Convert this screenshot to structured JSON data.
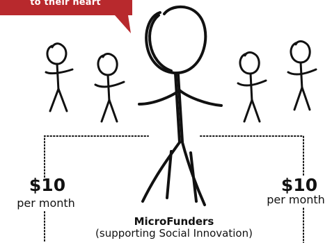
{
  "callout": {
    "text": "to their heart",
    "color": "#b8292d"
  },
  "left_contribution": {
    "amount": "$10",
    "period": "per month"
  },
  "right_contribution": {
    "amount": "$10",
    "period": "per month"
  },
  "center": {
    "title": "MicroFunders",
    "subtitle": "(supporting Social Innovation)"
  },
  "figures": [
    "stick-figure",
    "stick-figure",
    "stick-figure-large",
    "stick-figure",
    "stick-figure"
  ],
  "colors": {
    "ink": "#111111",
    "background": "#ffffff"
  }
}
